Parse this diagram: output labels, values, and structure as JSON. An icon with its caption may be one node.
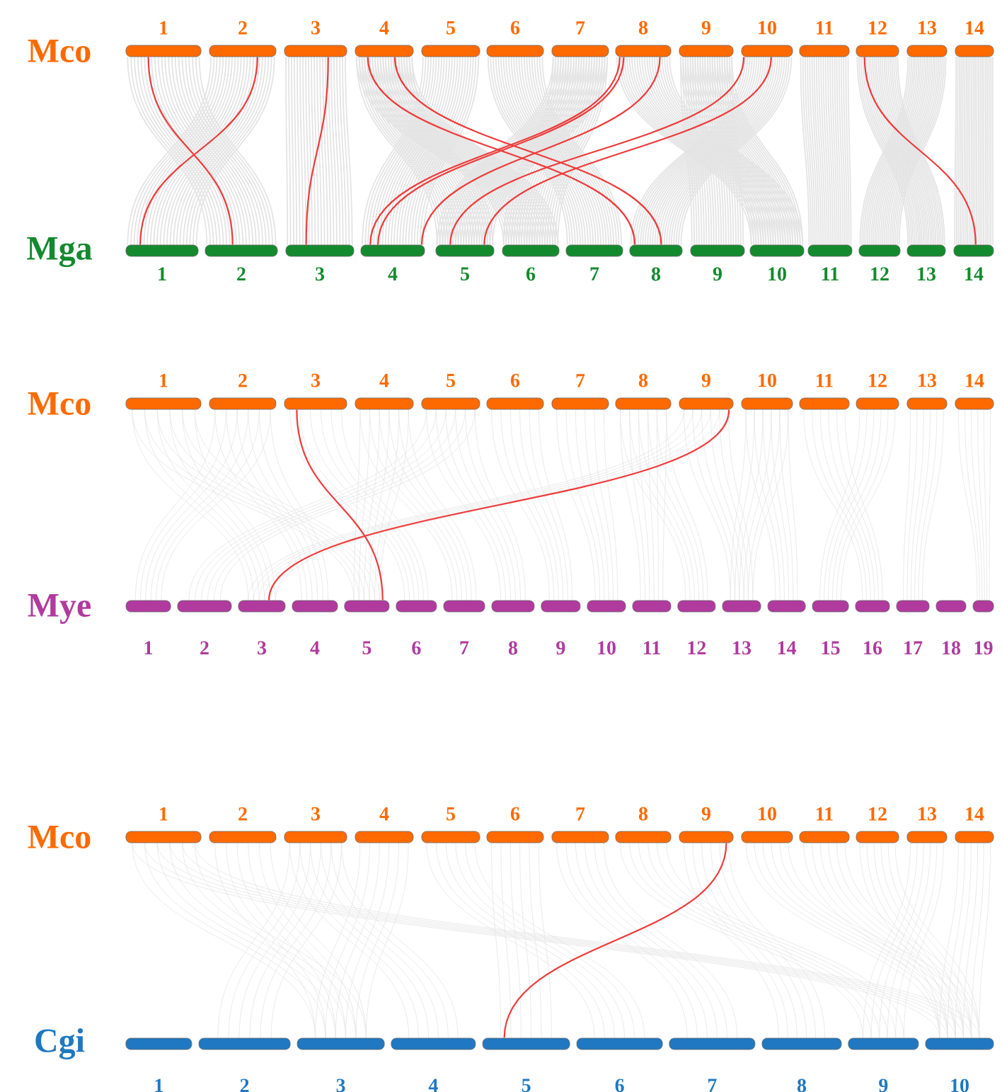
{
  "diagram": {
    "nodes": [
      {
        "text": [
          "1"
        ]
      },
      {
        "text": [
          "2"
        ]
      },
      {
        "text": [
          "3"
        ]
      },
      {
        "text": [
          "4"
        ]
      },
      {
        "text": [
          "5"
        ]
      },
      {
        "text": [
          "6"
        ]
      },
      {
        "text": [
          "7"
        ]
      },
      {
        "text": [
          "8"
        ]
      },
      {
        "text": [
          "9"
        ]
      },
      {
        "text": [
          "10"
        ]
      },
      {
        "text": [
          "11"
        ]
      },
      {
        "text": [
          "12"
        ]
      },
      {
        "text": [
          "13"
        ]
      },
      {
        "text": [
          "14"
        ]
      },
      {
        "text": [
          "1"
        ]
      },
      {
        "text": [
          "2"
        ]
      },
      {
        "text": [
          "3"
        ]
      },
      {
        "text": [
          "4"
        ]
      },
      {
        "text": [
          "5"
        ]
      },
      {
        "text": [
          "6"
        ]
      },
      {
        "text": [
          "7"
        ]
      },
      {
        "text": [
          "8"
        ]
      },
      {
        "text": [
          "9"
        ]
      },
      {
        "text": [
          "10"
        ]
      },
      {
        "text": [
          "11"
        ]
      },
      {
        "text": [
          "12"
        ]
      },
      {
        "text": [
          "13"
        ]
      },
      {
        "text": [
          "14"
        ]
      },
      {
        "text": [
          "1"
        ]
      },
      {
        "text": [
          "2"
        ]
      },
      {
        "text": [
          "3"
        ]
      },
      {
        "text": [
          "4"
        ]
      },
      {
        "text": [
          "5"
        ]
      },
      {
        "text": [
          "6"
        ]
      },
      {
        "text": [
          "7"
        ]
      },
      {
        "text": [
          "8"
        ]
      },
      {
        "text": [
          "9"
        ]
      },
      {
        "text": [
          "10"
        ]
      },
      {
        "text": [
          "11"
        ]
      },
      {
        "text": [
          "12"
        ]
      },
      {
        "text": [
          "13"
        ]
      },
      {
        "text": [
          "14"
        ]
      },
      {
        "text": [
          "1"
        ]
      },
      {
        "text": [
          "2"
        ]
      },
      {
        "text": [
          "3"
        ]
      },
      {
        "text": [
          "4"
        ]
      },
      {
        "text": [
          "5"
        ]
      },
      {
        "text": [
          "6"
        ]
      },
      {
        "text": [
          "7"
        ]
      },
      {
        "text": [
          "8"
        ]
      },
      {
        "text": [
          "9"
        ]
      },
      {
        "text": [
          "10"
        ]
      },
      {
        "text": [
          "11"
        ]
      },
      {
        "text": [
          "12"
        ]
      },
      {
        "text": [
          "13"
        ]
      },
      {
        "text": [
          "14"
        ]
      },
      {
        "text": [
          "15"
        ]
      },
      {
        "text": [
          "16"
        ]
      },
      {
        "text": [
          "17"
        ]
      },
      {
        "text": [
          "18"
        ]
      },
      {
        "text": [
          "19"
        ]
      },
      {
        "text": [
          "1"
        ]
      },
      {
        "text": [
          "2"
        ]
      },
      {
        "text": [
          "3"
        ]
      },
      {
        "text": [
          "4"
        ]
      },
      {
        "text": [
          "5"
        ]
      },
      {
        "text": [
          "6"
        ]
      },
      {
        "text": [
          "7"
        ]
      },
      {
        "text": [
          "8"
        ]
      },
      {
        "text": [
          "9"
        ]
      },
      {
        "text": [
          "10"
        ]
      },
      {
        "text": [
          "11"
        ]
      },
      {
        "text": [
          "12"
        ]
      },
      {
        "text": [
          "13"
        ]
      },
      {
        "text": [
          "14"
        ]
      },
      {
        "text": [
          "1"
        ]
      },
      {
        "text": [
          "2"
        ]
      },
      {
        "text": [
          "3"
        ]
      },
      {
        "text": [
          "4"
        ]
      },
      {
        "text": [
          "5"
        ]
      },
      {
        "text": [
          "6"
        ]
      },
      {
        "text": [
          "7"
        ]
      },
      {
        "text": [
          "8"
        ]
      },
      {
        "text": [
          "9"
        ]
      },
      {
        "text": [
          "10"
        ]
      }
    ],
    "edges": [
      {
        "from": 0,
        "to": 15,
        "arrow": "none"
      },
      {
        "from": 1,
        "to": 14,
        "arrow": "none"
      },
      {
        "from": 2,
        "to": 16,
        "arrow": "none"
      },
      {
        "from": 3,
        "to": 21,
        "arrow": "none"
      },
      {
        "from": 3,
        "to": 21,
        "arrow": "none"
      },
      {
        "from": 7,
        "to": 17,
        "arrow": "none"
      },
      {
        "from": 7,
        "to": 17,
        "arrow": "none"
      },
      {
        "from": 7,
        "to": 17,
        "arrow": "none"
      },
      {
        "from": 9,
        "to": 18,
        "arrow": "none"
      },
      {
        "from": 9,
        "to": 18,
        "arrow": "none"
      },
      {
        "from": 11,
        "to": 27,
        "arrow": "none"
      },
      {
        "from": 30,
        "to": 46,
        "arrow": "none"
      },
      {
        "from": 36,
        "to": 44,
        "arrow": "none"
      },
      {
        "from": 69,
        "to": 79,
        "arrow": "none"
      }
    ],
    "labels": [
      "Mco",
      "Mga",
      "Mco",
      "Mye",
      "Mco",
      "Cgi"
    ]
  }
}
